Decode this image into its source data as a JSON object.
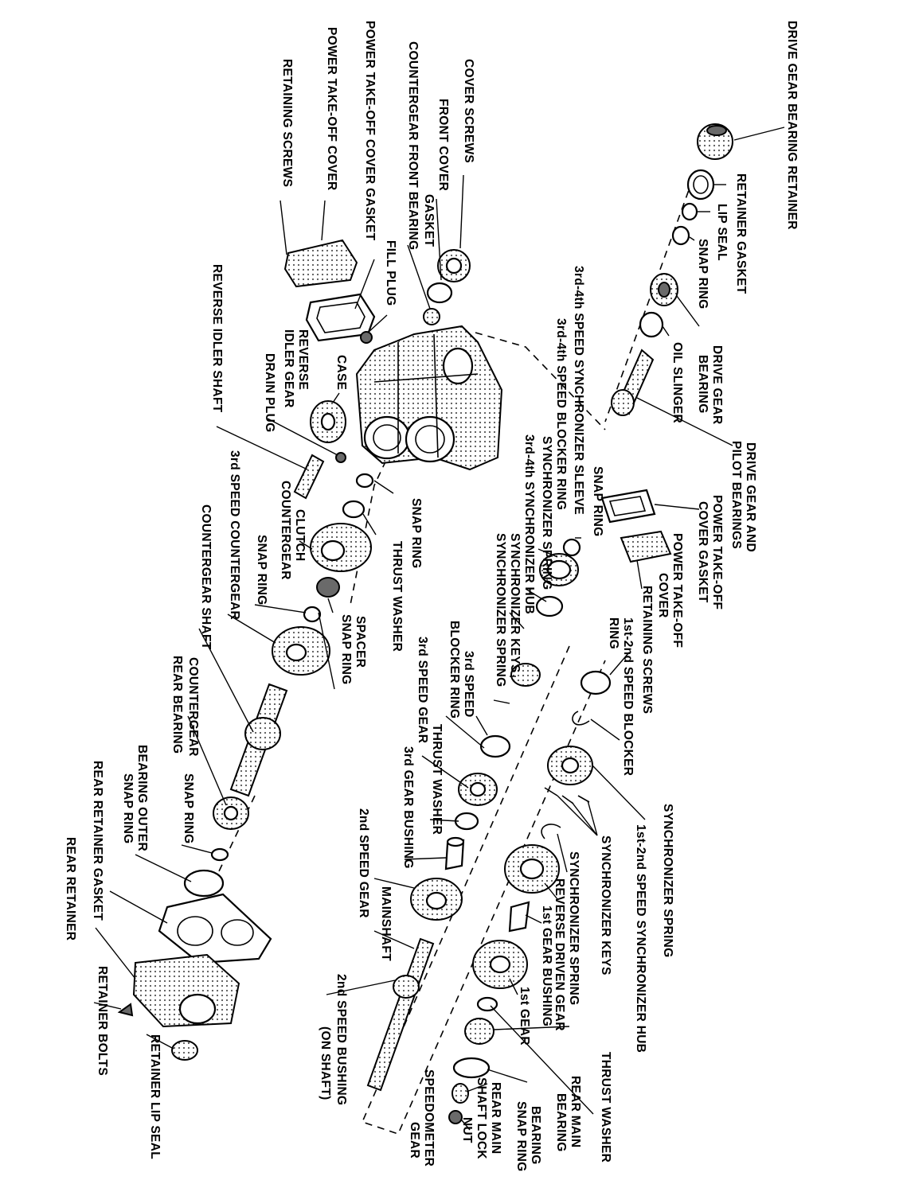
{
  "labels": {
    "drive_gear_bearing_retainer": "DRIVE GEAR BEARING RETAINER",
    "retainer_gasket": "RETAINER GASKET",
    "lip_seal": "LIP SEAL",
    "snap_ring_1": "SNAP RING",
    "drive_gear_bearing_1": "DRIVE GEAR",
    "drive_gear_bearing_2": "BEARING",
    "oil_slinger": "OIL SLINGER",
    "drive_gear_pilot_1": "DRIVE GEAR AND",
    "drive_gear_pilot_2": "PILOT BEARINGS",
    "pto_cover_gasket_r1": "POWER TAKE-OFF",
    "pto_cover_gasket_r2": "COVER GASKET",
    "pto_cover_r1": "POWER TAKE-OFF",
    "pto_cover_r2": "COVER",
    "retaining_screws_r": "RETAINING SCREWS",
    "blocker_ring_12_1": "1st-2nd SPEED BLOCKER",
    "blocker_ring_12_2": "RING",
    "synchronizer_spring_r": "SYNCHRONIZER SPRING",
    "synchronizer_hub_12": "1st-2nd SPEED SYNCHRONIZER HUB",
    "synchronizer_keys_r": "SYNCHRONIZER KEYS",
    "synchronizer_spring_r2": "SYNCHRONIZER SPRING",
    "reverse_driven_gear": "REVERSE DRIVEN GEAR",
    "first_gear_bushing": "1st GEAR BUSHING",
    "first_gear": "1st GEAR",
    "thrust_washer_r": "THRUST WASHER",
    "rear_main_bearing_1": "REAR MAIN",
    "rear_main_bearing_2": "BEARING",
    "bearing_snap_ring_1": "BEARING",
    "bearing_snap_ring_2": "SNAP RING",
    "rear_main_nut_1": "REAR MAIN",
    "rear_main_nut_2": "SHAFT LOCK",
    "rear_main_nut_3": "NUT",
    "speedometer_gear_1": "SPEEDOMETER",
    "speedometer_gear_2": "GEAR",
    "snap_ring_top": "SNAP RING",
    "sync_sleeve_34": "3rd-4th SPEED SYNCHRONIZER SLEEVE",
    "blocker_ring_34": "3rd-4th SPEED BLOCKER RING",
    "sync_spring_c": "SYNCHRONIZER SPRING",
    "sync_hub_34": "3rd-4th SYNCHRONIZER HUB",
    "sync_keys_c": "SYNCHRONIZER KEYS",
    "sync_spring_c2": "SYNCHRONIZER SPRING",
    "blocker_ring_3_1": "3rd SPEED",
    "blocker_ring_3_2": "BLOCKER RING",
    "third_speed_gear": "3rd SPEED GEAR",
    "thrust_washer_c": "THRUST WASHER",
    "third_gear_bushing": "3rd GEAR BUSHING",
    "second_speed_gear": "2nd SPEED GEAR",
    "mainshaft": "MAINSHAFT",
    "second_bushing_1": "2nd SPEED BUSHING",
    "second_bushing_2": "(ON SHAFT)",
    "cover_screws": "COVER SCREWS",
    "front_cover_gasket_1": "FRONT COVER",
    "front_cover_gasket_2": "GASKET",
    "countergear_front_bearing": "COUNTERGEAR FRONT BEARING",
    "pto_cover_gasket_l": "POWER TAKE-OFF COVER GASKET",
    "fill_plug": "FILL PLUG",
    "pto_cover_l": "POWER TAKE-OFF COVER",
    "retaining_screws_l": "RETAINING SCREWS",
    "case": "CASE",
    "reverse_idler_gear_1": "REVERSE",
    "reverse_idler_gear_2": "IDLER GEAR",
    "drain_plug": "DRAIN PLUG",
    "reverse_idler_shaft": "REVERSE IDLER SHAFT",
    "snap_ring_c": "SNAP RING",
    "thrust_washer_l": "THRUST WASHER",
    "clutch_countergear_1": "CLUTCH",
    "clutch_countergear_2": "COUNTERGEAR",
    "third_countergear": "3rd SPEED COUNTERGEAR",
    "snap_ring_l": "SNAP RING",
    "spacer": "SPACER",
    "snap_ring_l2": "SNAP RING",
    "countergear_shaft": "COUNTERGEAR SHAFT",
    "countergear_rear_bearing_1": "COUNTERGEAR",
    "countergear_rear_bearing_2": "REAR BEARING",
    "snap_ring_l3": "SNAP RING",
    "bearing_outer_snap_ring_1": "BEARING OUTER",
    "bearing_outer_snap_ring_2": "SNAP RING",
    "rear_retainer_gasket": "REAR RETAINER GASKET",
    "rear_retainer": "REAR RETAINER",
    "retainer_bolts": "RETAINER BOLTS",
    "retainer_lip_seal": "RETAINER LIP SEAL"
  }
}
